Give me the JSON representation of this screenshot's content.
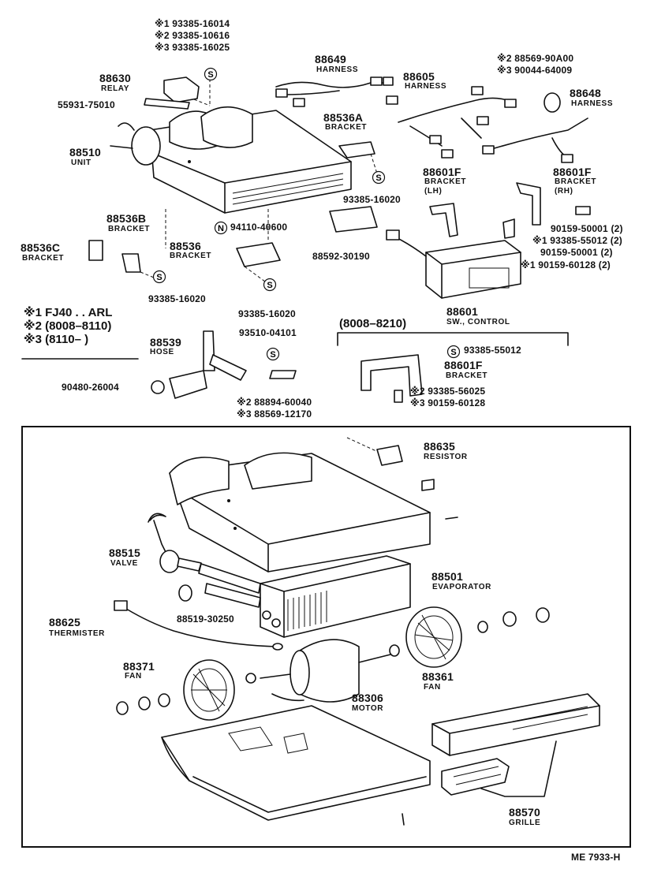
{
  "upper": {
    "screw_notes": [
      "※1 93385-16014",
      "※2 93385-10616",
      "※3 93385-16025"
    ],
    "relay": {
      "pn": "88630",
      "name": "RELAY"
    },
    "p55931": "55931-75010",
    "unit": {
      "pn": "88510",
      "name": "UNIT"
    },
    "harness_a": {
      "pn": "88649",
      "name": "HARNESS"
    },
    "harness_b": {
      "pn": "88605",
      "name": "HARNESS"
    },
    "harness_c_notes": [
      "※2 88569-90A00",
      "※3 90044-64009"
    ],
    "harness_c": {
      "pn": "88648",
      "name": "HARNESS"
    },
    "bracket_a": {
      "pn": "88536A",
      "name": "BRACKET"
    },
    "screw_93385_16020_a": "93385-16020",
    "bracket_lh": {
      "pn": "88601F",
      "name": "BRACKET",
      "side": "(LH)"
    },
    "bracket_rh": {
      "pn": "88601F",
      "name": "BRACKET",
      "side": "(RH)"
    },
    "bolt_list": [
      "90159-50001 (2)",
      "※1 93385-55012 (2)",
      "90159-50001 (2)",
      "※1 90159-60128 (2)"
    ],
    "bracket_b": {
      "pn": "88536B",
      "name": "BRACKET"
    },
    "bracket_c": {
      "pn": "88536C",
      "name": "BRACKET"
    },
    "nut_94110": "94110-40600",
    "bracket_main": {
      "pn": "88536",
      "name": "BRACKET"
    },
    "pad": "88592-30190",
    "screw_93385_16020_b": "93385-16020",
    "screw_93385_16020_c": "93385-16020",
    "control": {
      "pn": "88601",
      "name": "SW., CONTROL"
    },
    "legend": [
      "※1 FJ40 . . ARL",
      "※2 (8008–8110)",
      "※3 (8110–         )"
    ],
    "hose": {
      "pn": "88539",
      "name": "HOSE"
    },
    "p93510": "93510-04101",
    "grommet": "90480-26004",
    "hose_notes": [
      "※2 88894-60040",
      "※3 88569-12170"
    ],
    "range": "(8008–8210)",
    "screw_93385_55012": "93385-55012",
    "bracket_f": {
      "pn": "88601F",
      "name": "BRACKET"
    },
    "bracket_f_notes": [
      "※2 93385-56025",
      "※3 90159-60128"
    ]
  },
  "inset": {
    "resistor": {
      "pn": "88635",
      "name": "RESISTOR"
    },
    "valve": {
      "pn": "88515",
      "name": "VALVE"
    },
    "evaporator": {
      "pn": "88501",
      "name": "EVAPORATOR"
    },
    "p88519": "88519-30250",
    "thermister": {
      "pn": "88625",
      "name": "THERMISTER"
    },
    "fan_r": {
      "pn": "88361",
      "name": "FAN"
    },
    "fan_l": {
      "pn": "88371",
      "name": "FAN"
    },
    "motor": {
      "pn": "88306",
      "name": "MOTOR"
    },
    "grille": {
      "pn": "88570",
      "name": "GRILLE"
    }
  },
  "footer": {
    "code": "ME  7933-H"
  },
  "symbols": {
    "screw_letter": "S",
    "nut_letter": "N"
  }
}
